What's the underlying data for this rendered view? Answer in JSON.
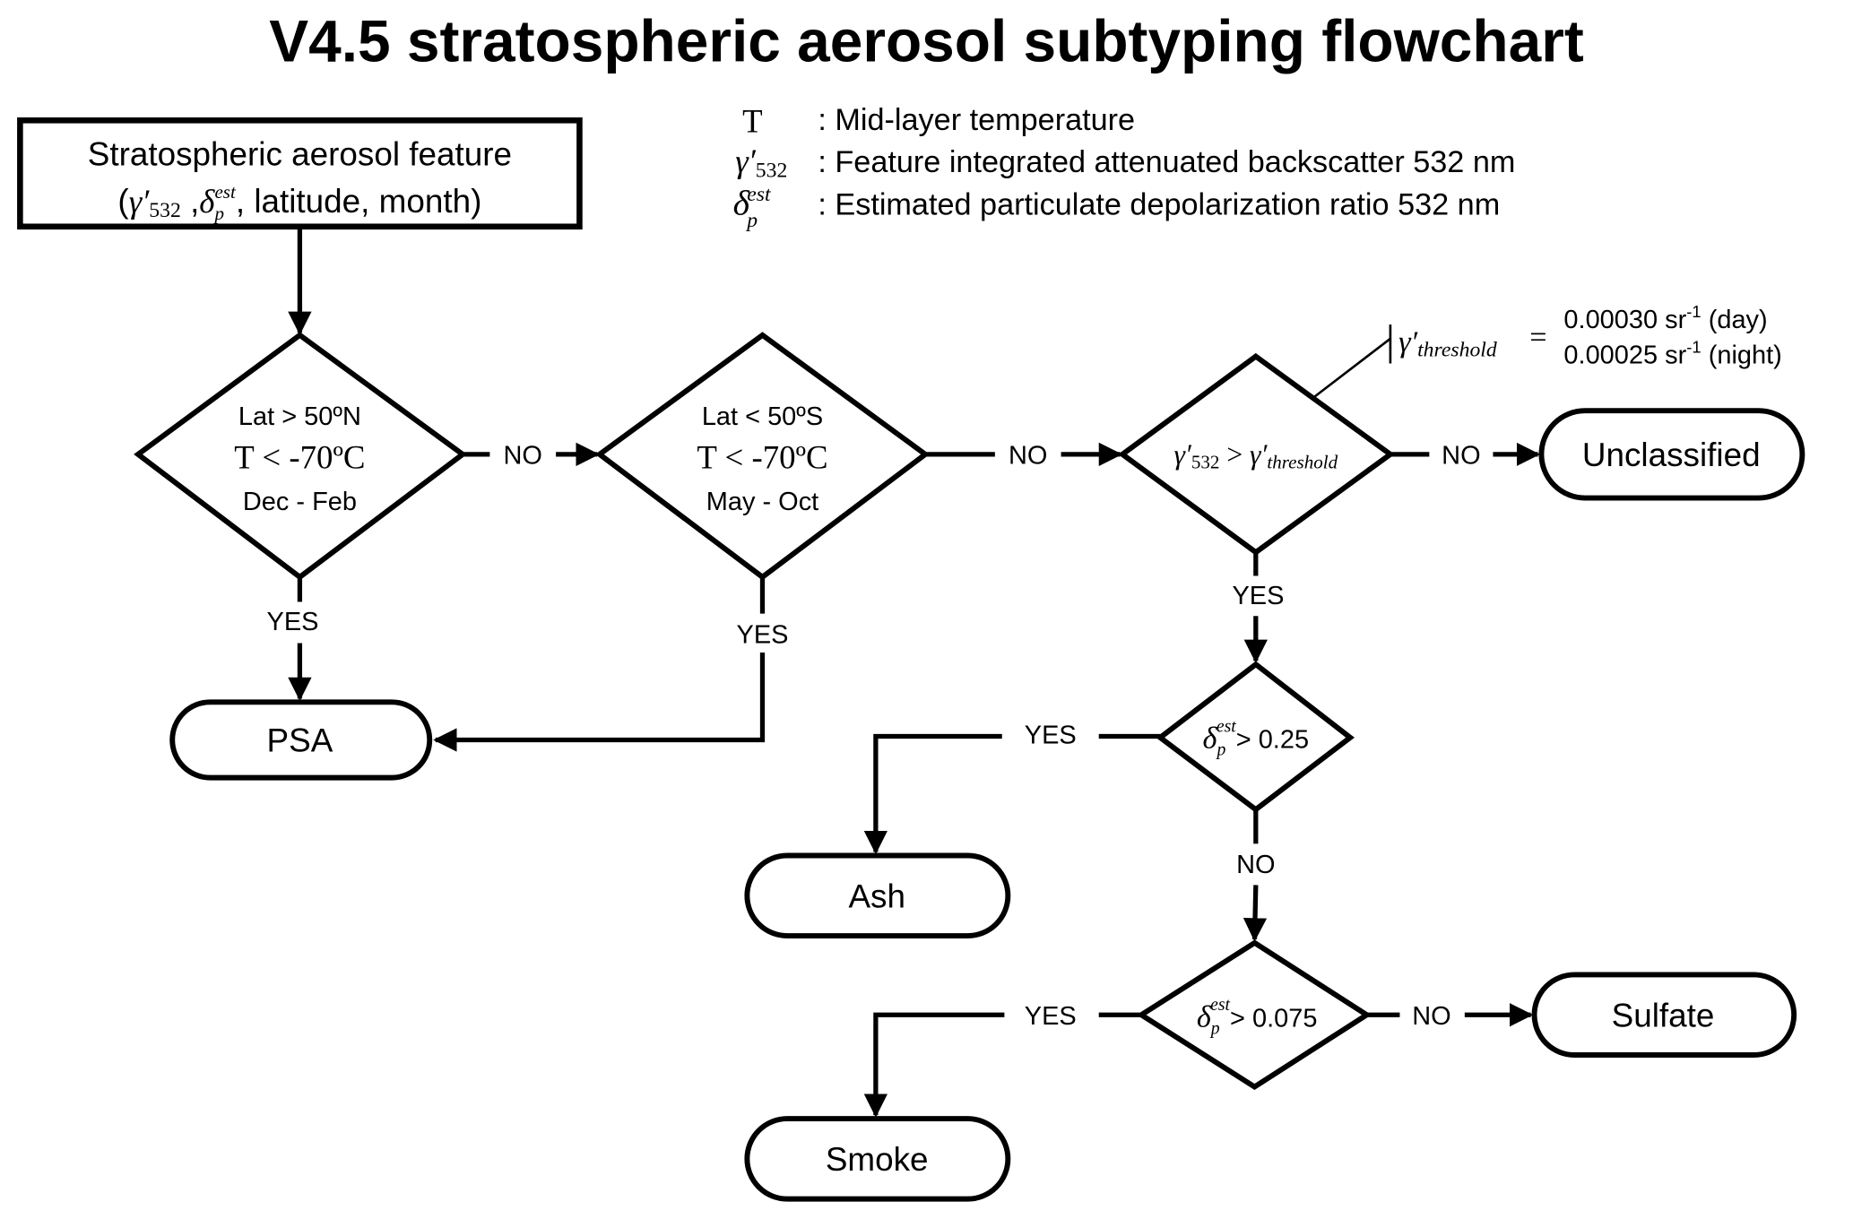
{
  "title": "V4.5 stratospheric aerosol subtyping flowchart",
  "legend": [
    {
      "symbol": "T",
      "desc": ": Mid-layer temperature"
    },
    {
      "symbol": "γ′532",
      "desc": ": Feature integrated attenuated backscatter 532 nm"
    },
    {
      "symbol": "δp est",
      "desc": ": Estimated particulate depolarization ratio 532 nm"
    }
  ],
  "start": {
    "line1": "Stratospheric aerosol feature",
    "line2_gamma": "γ′",
    "line2_gamma_sub": "532",
    "line2_delta": "δ",
    "line2_delta_sub": "p",
    "line2_delta_sup": "est",
    "line2_rest": ", latitude, month)"
  },
  "decision1": {
    "l1": "Lat > 50ºN",
    "l2": "T < -70ºC",
    "l3": "Dec - Feb"
  },
  "decision2": {
    "l1": "Lat < 50ºS",
    "l2": "T < -70ºC",
    "l3": "May - Oct"
  },
  "decision3": {
    "lhs": "γ′",
    "lhs_sub": "532",
    "op": " > ",
    "rhs": "γ′",
    "rhs_sub": "threshold"
  },
  "threshold": {
    "symbol": "γ′",
    "sub": "threshold",
    "eq": "=",
    "day": "0.00030 sr",
    "day_unit": "(day)",
    "night": "0.00025 sr",
    "night_unit": "(night)",
    "exp": "-1"
  },
  "decision4": {
    "sym": "δ",
    "sub": "p",
    "sup": "est",
    "rhs": "> 0.25"
  },
  "decision5": {
    "sym": "δ",
    "sub": "p",
    "sup": "est",
    "rhs": "> 0.075"
  },
  "labels": {
    "yes": "YES",
    "no": "NO"
  },
  "outcomes": {
    "psa": "PSA",
    "unclassified": "Unclassified",
    "ash": "Ash",
    "smoke": "Smoke",
    "sulfate": "Sulfate"
  }
}
